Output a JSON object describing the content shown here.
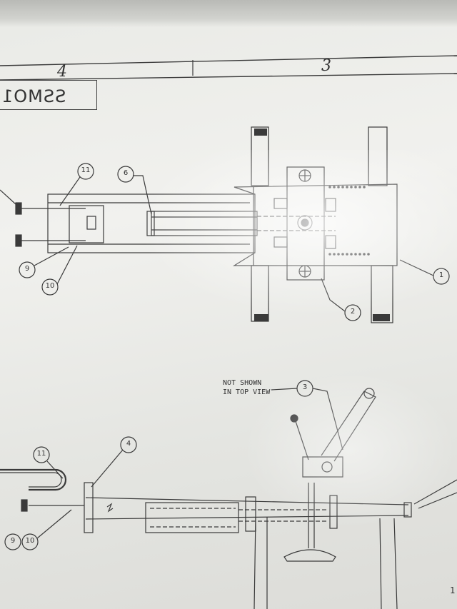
{
  "border": {
    "zone_left": "4",
    "zone_right": "3"
  },
  "title_block": {
    "text": "SSMO1"
  },
  "note": {
    "text": "NOT SHOWN\nIN TOP VIEW"
  },
  "balloons": {
    "b11_top": "11",
    "b6": "6",
    "b9_top": "9",
    "b10_top": "10",
    "b1": "1",
    "b2": "2",
    "b3": "3",
    "b4": "4",
    "b11_side": "11",
    "b9_side": "9",
    "b10_side": "10"
  },
  "edge_mark": "1"
}
